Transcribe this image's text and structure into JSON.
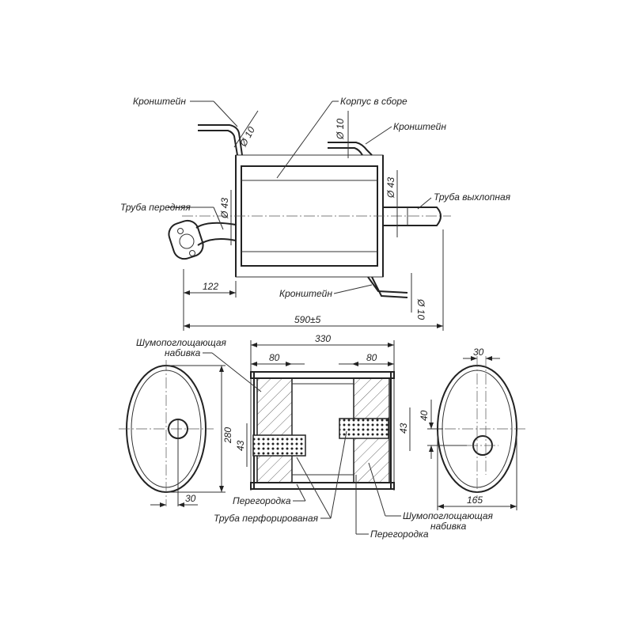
{
  "top_view": {
    "bracket_left": "Кронштейн",
    "bracket_right_top": "Кронштейн",
    "bracket_bottom": "Кронштейн",
    "body_assembly": "Корпус в сборе",
    "front_pipe": "Труба передняя",
    "exhaust_pipe": "Труба выхлопная",
    "dia_bracket_left": "Ø 10",
    "dia_bracket_right": "Ø 10",
    "dia_bracket_bottom": "Ø 10",
    "dia_front_pipe": "Ø 43",
    "dia_exhaust_pipe": "Ø 43",
    "dim_122": "122",
    "dim_total": "590±5"
  },
  "section_view": {
    "dim_330": "330",
    "dim_80_left": "80",
    "dim_80_right": "80",
    "dim_43_left": "43",
    "dim_43_right": "43",
    "packing_top_line1": "Шумопоглощающая",
    "packing_top_line2": "набивка",
    "baffle_left": "Перегородка",
    "perforated_pipe": "Труба перфорированая",
    "packing_bottom_line1": "Шумопоглощающая",
    "packing_bottom_line2": "набивка",
    "baffle_right": "Перегородка"
  },
  "left_end_view": {
    "dim_280": "280",
    "dim_30": "30"
  },
  "right_end_view": {
    "dim_30": "30",
    "dim_40": "40",
    "dim_165": "165"
  }
}
